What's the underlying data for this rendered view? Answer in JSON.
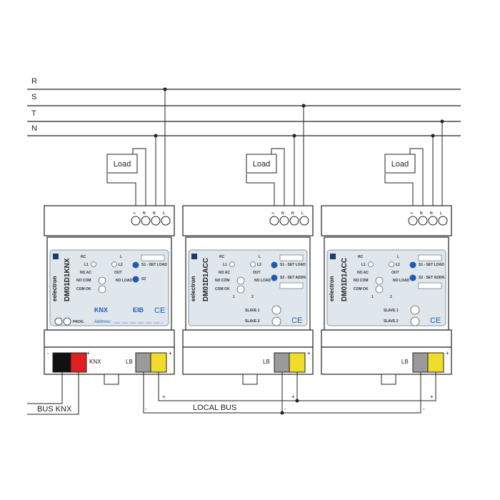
{
  "phases": [
    "R",
    "S",
    "T",
    "N"
  ],
  "terminals_top": [
    "N",
    "N",
    "L"
  ],
  "load_label": "Load",
  "modules": [
    {
      "model": "DM01D1KNX",
      "brand": "eelectron",
      "rc_label": "RC",
      "l_label": "L",
      "l1": "L1",
      "l2": "L2",
      "no_ac": "NO AC",
      "out": "OUT",
      "no_com": "NO COM",
      "no_load": "NO LOAD",
      "com_ok": "COM OK",
      "s1_label": "S1 - SET LOAD",
      "s2_label": "S2",
      "prog": "PROG.",
      "knx_logo": "KNX",
      "eib_logo": "EIB",
      "ce": "CE",
      "address": "Address:",
      "bottom_label": "KNX",
      "lb": "LB"
    },
    {
      "model": "DM01D1ACC",
      "brand": "eelectron",
      "rc_label": "RC",
      "l_label": "L",
      "l1": "L1",
      "l2": "L2",
      "no_ac": "NO AC",
      "out": "OUT",
      "no_com": "NO COM",
      "no_load": "NO LOAD",
      "com_ok": "COM OK",
      "s1_label": "S1 - SET LOAD",
      "s2_label": "S2 - SET ADDR.",
      "slave1": "SLAVE 1",
      "slave2": "SLAVE 2",
      "one": "1",
      "two": "2",
      "ce": "CE",
      "lb": "LB"
    },
    {
      "model": "DM01D1ACC",
      "brand": "eelectron",
      "rc_label": "RC",
      "l_label": "L",
      "l1": "L1",
      "l2": "L2",
      "no_ac": "NO AC",
      "out": "OUT",
      "no_com": "NO COM",
      "no_load": "NO LOAD",
      "com_ok": "COM OK",
      "s1_label": "S1 - SET LOAD",
      "s2_label": "S2 - SET ADDR.",
      "slave1": "SLAVE 1",
      "slave2": "SLAVE 2",
      "one": "1",
      "two": "2",
      "ce": "CE",
      "lb": "LB"
    }
  ],
  "bus_knx": "BUS KNX",
  "local_bus": "LOCAL BUS",
  "plus": "+",
  "minus": "-"
}
